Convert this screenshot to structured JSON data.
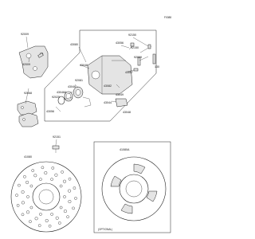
{
  "diagram_code": "F0088",
  "option_label": "(OPTIONAL)",
  "labels": {
    "p1": "92009",
    "p2": "43080",
    "p3": "92150",
    "p4": "92009",
    "p5": "43056",
    "p6": "92150",
    "p7": "92009",
    "p8": "43048",
    "p9": "92081",
    "p10": "92150",
    "p11": "43057",
    "p12": "43048",
    "p13": "92025",
    "p14": "130",
    "p15": "43082",
    "p16": "43048A",
    "p17": "43049",
    "p18": "43044",
    "p19": "43048",
    "p20": "92068",
    "p21": "43056",
    "p22": "92151",
    "p23": "41080",
    "p24": "41080A"
  }
}
